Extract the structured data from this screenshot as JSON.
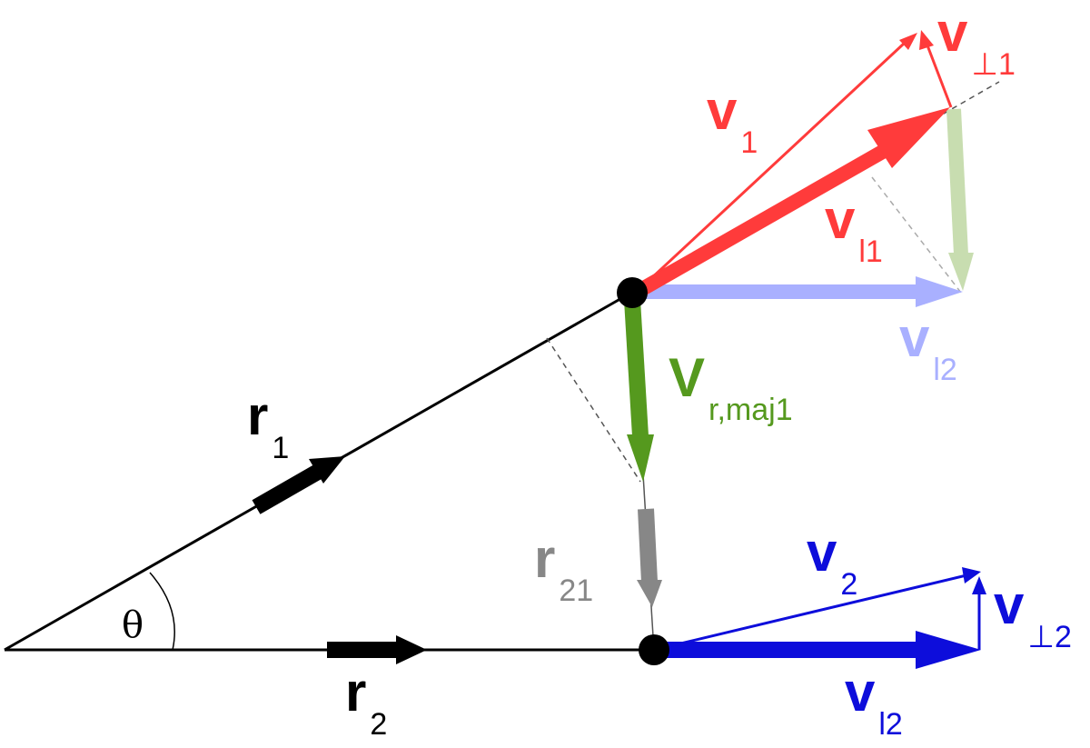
{
  "colors": {
    "black": "#000000",
    "red": "#ff3b3b",
    "light_blue": "#a9b0ff",
    "light_green": "#c8ddb0",
    "green": "#55991e",
    "gray": "#878787",
    "blue": "#0d0ddb"
  },
  "labels": {
    "r1": {
      "main": "r",
      "sub": "1"
    },
    "r2": {
      "main": "r",
      "sub": "2"
    },
    "r21": {
      "main": "r",
      "sub": "21"
    },
    "theta": "θ",
    "v1": {
      "main": "v",
      "sub": "1"
    },
    "vperp1": {
      "main": "v",
      "sub": "⊥1"
    },
    "vl1": {
      "main": "v",
      "sub": "l1"
    },
    "vl2_top": {
      "main": "v",
      "sub": "l2"
    },
    "vrmaj1": {
      "main": "V",
      "sub": "r,maj1"
    },
    "v2": {
      "main": "v",
      "sub": "2"
    },
    "vperp2": {
      "main": "v",
      "sub": "⊥2"
    },
    "vl2_bottom": {
      "main": "v",
      "sub": "l2"
    }
  }
}
